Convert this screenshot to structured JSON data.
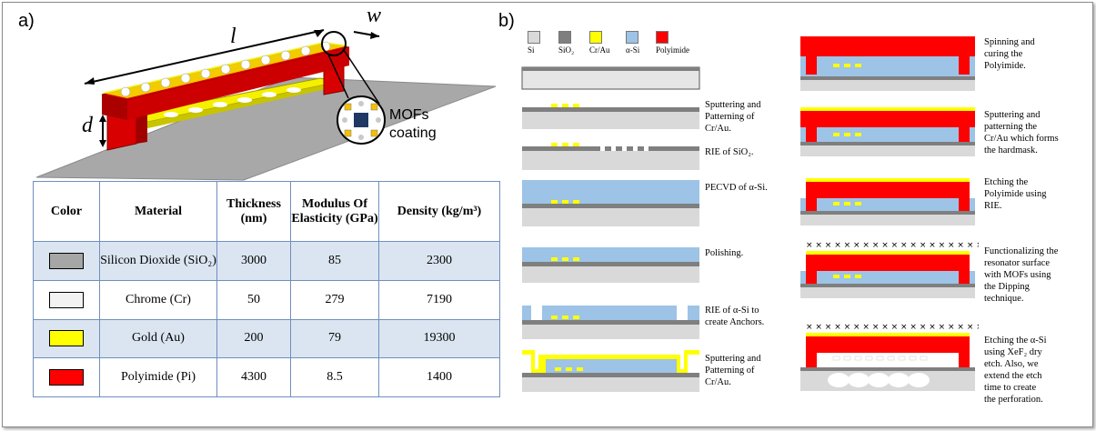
{
  "panels": {
    "a_label": "a)",
    "b_label": "b)"
  },
  "diagram_a": {
    "dim_l": "l",
    "dim_w": "w",
    "dim_d": "d",
    "callout": "MOFs\ncoating"
  },
  "table": {
    "headers": [
      "Color",
      "Material",
      "Thickness (nm)",
      "Modulus Of Elasticity (GPa)",
      "Density (kg/m³)"
    ],
    "rows": [
      {
        "color": "#a6a6a6",
        "material": "Silicon Dioxide (SiO₂)",
        "thickness": "3000",
        "modulus": "85",
        "density": "2300"
      },
      {
        "color": "#f2f2f2",
        "material": "Chrome (Cr)",
        "thickness": "50",
        "modulus": "279",
        "density": "7190"
      },
      {
        "color": "#ffff00",
        "material": "Gold (Au)",
        "thickness": "200",
        "modulus": "79",
        "density": "19300"
      },
      {
        "color": "#ff0000",
        "material": "Polyimide (Pi)",
        "thickness": "4300",
        "modulus": "8.5",
        "density": "1400"
      }
    ]
  },
  "legend_b": [
    {
      "label": "Si",
      "color": "#d9d9d9"
    },
    {
      "label": "SiO₂",
      "color": "#7f7f7f"
    },
    {
      "label": "Cr/Au",
      "color": "#ffff00"
    },
    {
      "label": "α-Si",
      "color": "#9dc3e6"
    },
    {
      "label": "Polyimide",
      "color": "#ff0000"
    }
  ],
  "steps_left": [
    "",
    "Sputtering and\nPatterning of\nCr/Au.",
    "RIE of SiO₂.",
    "PECVD of α-Si.",
    "Polishing.",
    "RIE of α-Si to\ncreate Anchors.",
    "Sputtering and\nPatterning of\nCr/Au."
  ],
  "steps_right": [
    "Spinning and\ncuring the\nPolyimide.",
    "Sputtering and\npatterning the\nCr/Au which forms\nthe  hardmask.",
    "Etching the\nPolyimide using\nRIE.",
    "Functionalizing the\nresonator surface\nwith MOFs using\nthe Dipping\ntechnique.",
    "Etching the α-Si\nusing XeF₂ dry\netch. Also, we\nextend the etch\ntime to create\nthe perforation."
  ]
}
